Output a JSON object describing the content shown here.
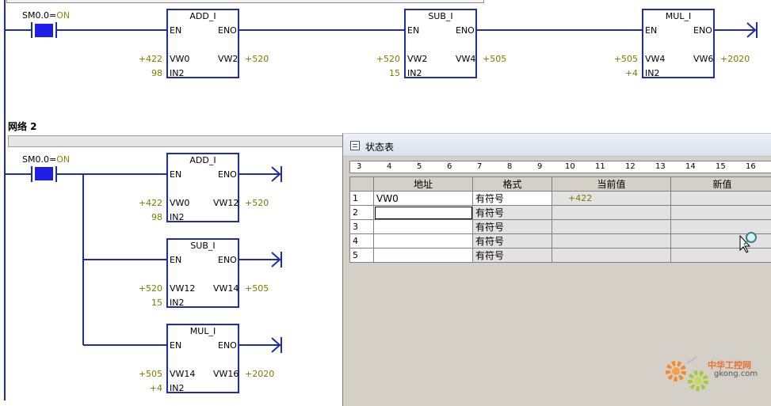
{
  "network1": {
    "contact_label": "SM0.0=",
    "contact_state": "ON",
    "boxes": [
      {
        "title": "ADD_I",
        "en": "EN",
        "eno": "ENO",
        "in1_name": "VW0",
        "in2_name": "IN2",
        "out_name": "VW2",
        "in1_value": "+422",
        "in2_value": "98",
        "out_value": "+520"
      },
      {
        "title": "SUB_I",
        "en": "EN",
        "eno": "ENO",
        "in1_name": "VW2",
        "in2_name": "IN2",
        "out_name": "VW4",
        "in1_value": "+520",
        "in2_value": "15",
        "out_value": "+505"
      },
      {
        "title": "MUL_I",
        "en": "EN",
        "eno": "ENO",
        "in1_name": "VW4",
        "in2_name": "IN2",
        "out_name": "VW6",
        "in1_value": "+505",
        "in2_value": "+4",
        "out_value": "+2020"
      }
    ]
  },
  "network2": {
    "title": "网络 2",
    "contact_label": "SM0.0=",
    "contact_state": "ON",
    "boxes": [
      {
        "title": "ADD_I",
        "en": "EN",
        "eno": "ENO",
        "in1_name": "VW0",
        "in2_name": "IN2",
        "out_name": "VW12",
        "in1_value": "+422",
        "in2_value": "98",
        "out_value": "+520"
      },
      {
        "title": "SUB_I",
        "en": "EN",
        "eno": "ENO",
        "in1_name": "VW12",
        "in2_name": "IN2",
        "out_name": "VW14",
        "in1_value": "+520",
        "in2_value": "15",
        "out_value": "+505"
      },
      {
        "title": "MUL_I",
        "en": "EN",
        "eno": "ENO",
        "in1_name": "VW14",
        "in2_name": "IN2",
        "out_name": "VW16",
        "in1_value": "+505",
        "in2_value": "+4",
        "out_value": "+2020"
      }
    ]
  },
  "status_table": {
    "title": "状态表",
    "ruler": [
      "3",
      "4",
      "5",
      "6",
      "7",
      "8",
      "9",
      "10",
      "11",
      "12",
      "13",
      "14",
      "15",
      "16"
    ],
    "headers": {
      "address": "地址",
      "format": "格式",
      "current": "当前值",
      "new": "新值"
    },
    "rows": [
      {
        "num": "1",
        "address": "VW0",
        "format": "有符号",
        "current": "+422",
        "new": ""
      },
      {
        "num": "2",
        "address": "",
        "format": "有符号",
        "current": "",
        "new": ""
      },
      {
        "num": "3",
        "address": "",
        "format": "有符号",
        "current": "",
        "new": ""
      },
      {
        "num": "4",
        "address": "",
        "format": "有符号",
        "current": "",
        "new": ""
      },
      {
        "num": "5",
        "address": "",
        "format": "有符号",
        "current": "",
        "new": ""
      }
    ]
  },
  "watermark": {
    "cn": "中华工控网",
    "en": "gkong.com"
  },
  "colors": {
    "wire": "#1d2ea8",
    "value": "#7a7a00",
    "contact_fill": "#1e1ee6",
    "on": "#8a8a00"
  }
}
